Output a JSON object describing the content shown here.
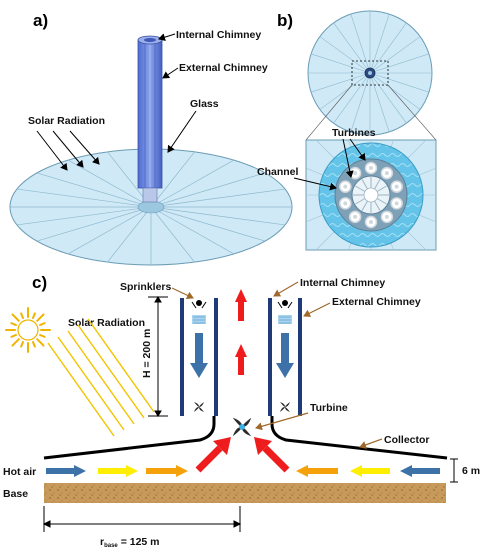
{
  "panels": {
    "a": "a)",
    "b": "b)",
    "c": "c)"
  },
  "panel_a": {
    "internal_chimney": "Internal Chimney",
    "external_chimney": "External Chimney",
    "glass": "Glass",
    "solar_radiation": "Solar Radiation"
  },
  "panel_b": {
    "turbines": "Turbines",
    "channel": "Channel"
  },
  "panel_c": {
    "sprinklers": "Sprinklers",
    "internal_chimney": "Internal Chimney",
    "external_chimney": "External Chimney",
    "solar_radiation": "Solar Radiation",
    "height": "H = 200 m",
    "turbine": "Turbine",
    "collector": "Collector",
    "hot_air": "Hot air",
    "base": "Base",
    "gap": "6 m",
    "radius_r": "r",
    "radius_sub": "base",
    "radius_value": " = 125 m"
  },
  "colors": {
    "chimney_blue": "#1f3a78",
    "collector_fill": "#cfe9f6",
    "arrow_red": "#ee1c1c",
    "arrow_yellow": "#ffee00",
    "arrow_orange": "#f5a20a",
    "arrow_blue": "#3d72a8",
    "leader_brown": "#a0692c",
    "ground": "#c79a5c"
  }
}
